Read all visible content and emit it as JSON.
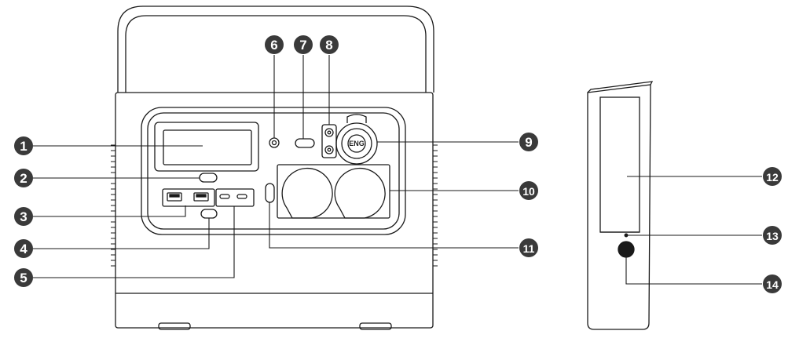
{
  "colors": {
    "outline": "#1a1a1a",
    "badge": "#3a3a3a",
    "badge_text": "#ffffff",
    "background": "#ffffff"
  },
  "eng_label": "ENG",
  "callouts": [
    {
      "id": "1",
      "label": "1"
    },
    {
      "id": "2",
      "label": "2"
    },
    {
      "id": "3",
      "label": "3"
    },
    {
      "id": "4",
      "label": "4"
    },
    {
      "id": "5",
      "label": "5"
    },
    {
      "id": "6",
      "label": "6"
    },
    {
      "id": "7",
      "label": "7"
    },
    {
      "id": "8",
      "label": "8"
    },
    {
      "id": "9",
      "label": "9"
    },
    {
      "id": "10",
      "label": "10"
    },
    {
      "id": "11",
      "label": "11"
    },
    {
      "id": "12",
      "label": "12"
    },
    {
      "id": "13",
      "label": "13"
    },
    {
      "id": "14",
      "label": "14"
    }
  ]
}
